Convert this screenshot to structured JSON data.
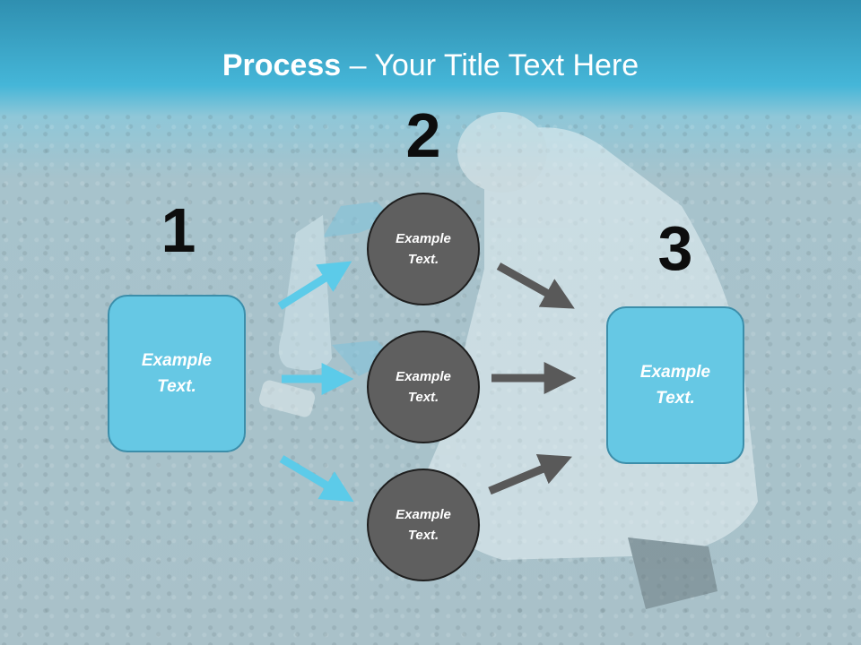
{
  "title": {
    "bold": "Process",
    "rest": " – Your Title Text Here"
  },
  "steps": {
    "one": "1",
    "two": "2",
    "three": "3"
  },
  "left_box": {
    "text": "Example\nText."
  },
  "circles": [
    {
      "text": "Example\nText."
    },
    {
      "text": "Example\nText."
    },
    {
      "text": "Example\nText."
    }
  ],
  "right_box": {
    "text": "Example\nText."
  },
  "colors": {
    "box_fill": "#66c8e4",
    "circle_fill": "#5f5f5f",
    "blue_arrow": "#5ccbe9",
    "gray_arrow": "#595959",
    "title_bar": "#45b6d8"
  }
}
